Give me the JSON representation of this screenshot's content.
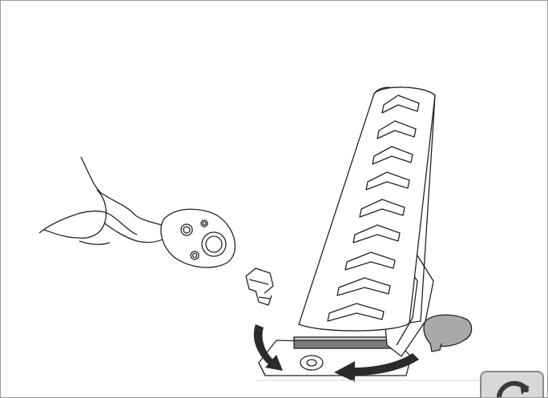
{
  "illustration": {
    "parts": [
      "hand-holding-ratchet",
      "bolt",
      "accelerator-pedal",
      "pedal-cover-cap"
    ],
    "arrow_color": "#2b2b2b",
    "cap_color": "#a9a9a9"
  },
  "controls": {
    "replay_icon": "replay-icon",
    "button_color": "#d8d8d8"
  }
}
